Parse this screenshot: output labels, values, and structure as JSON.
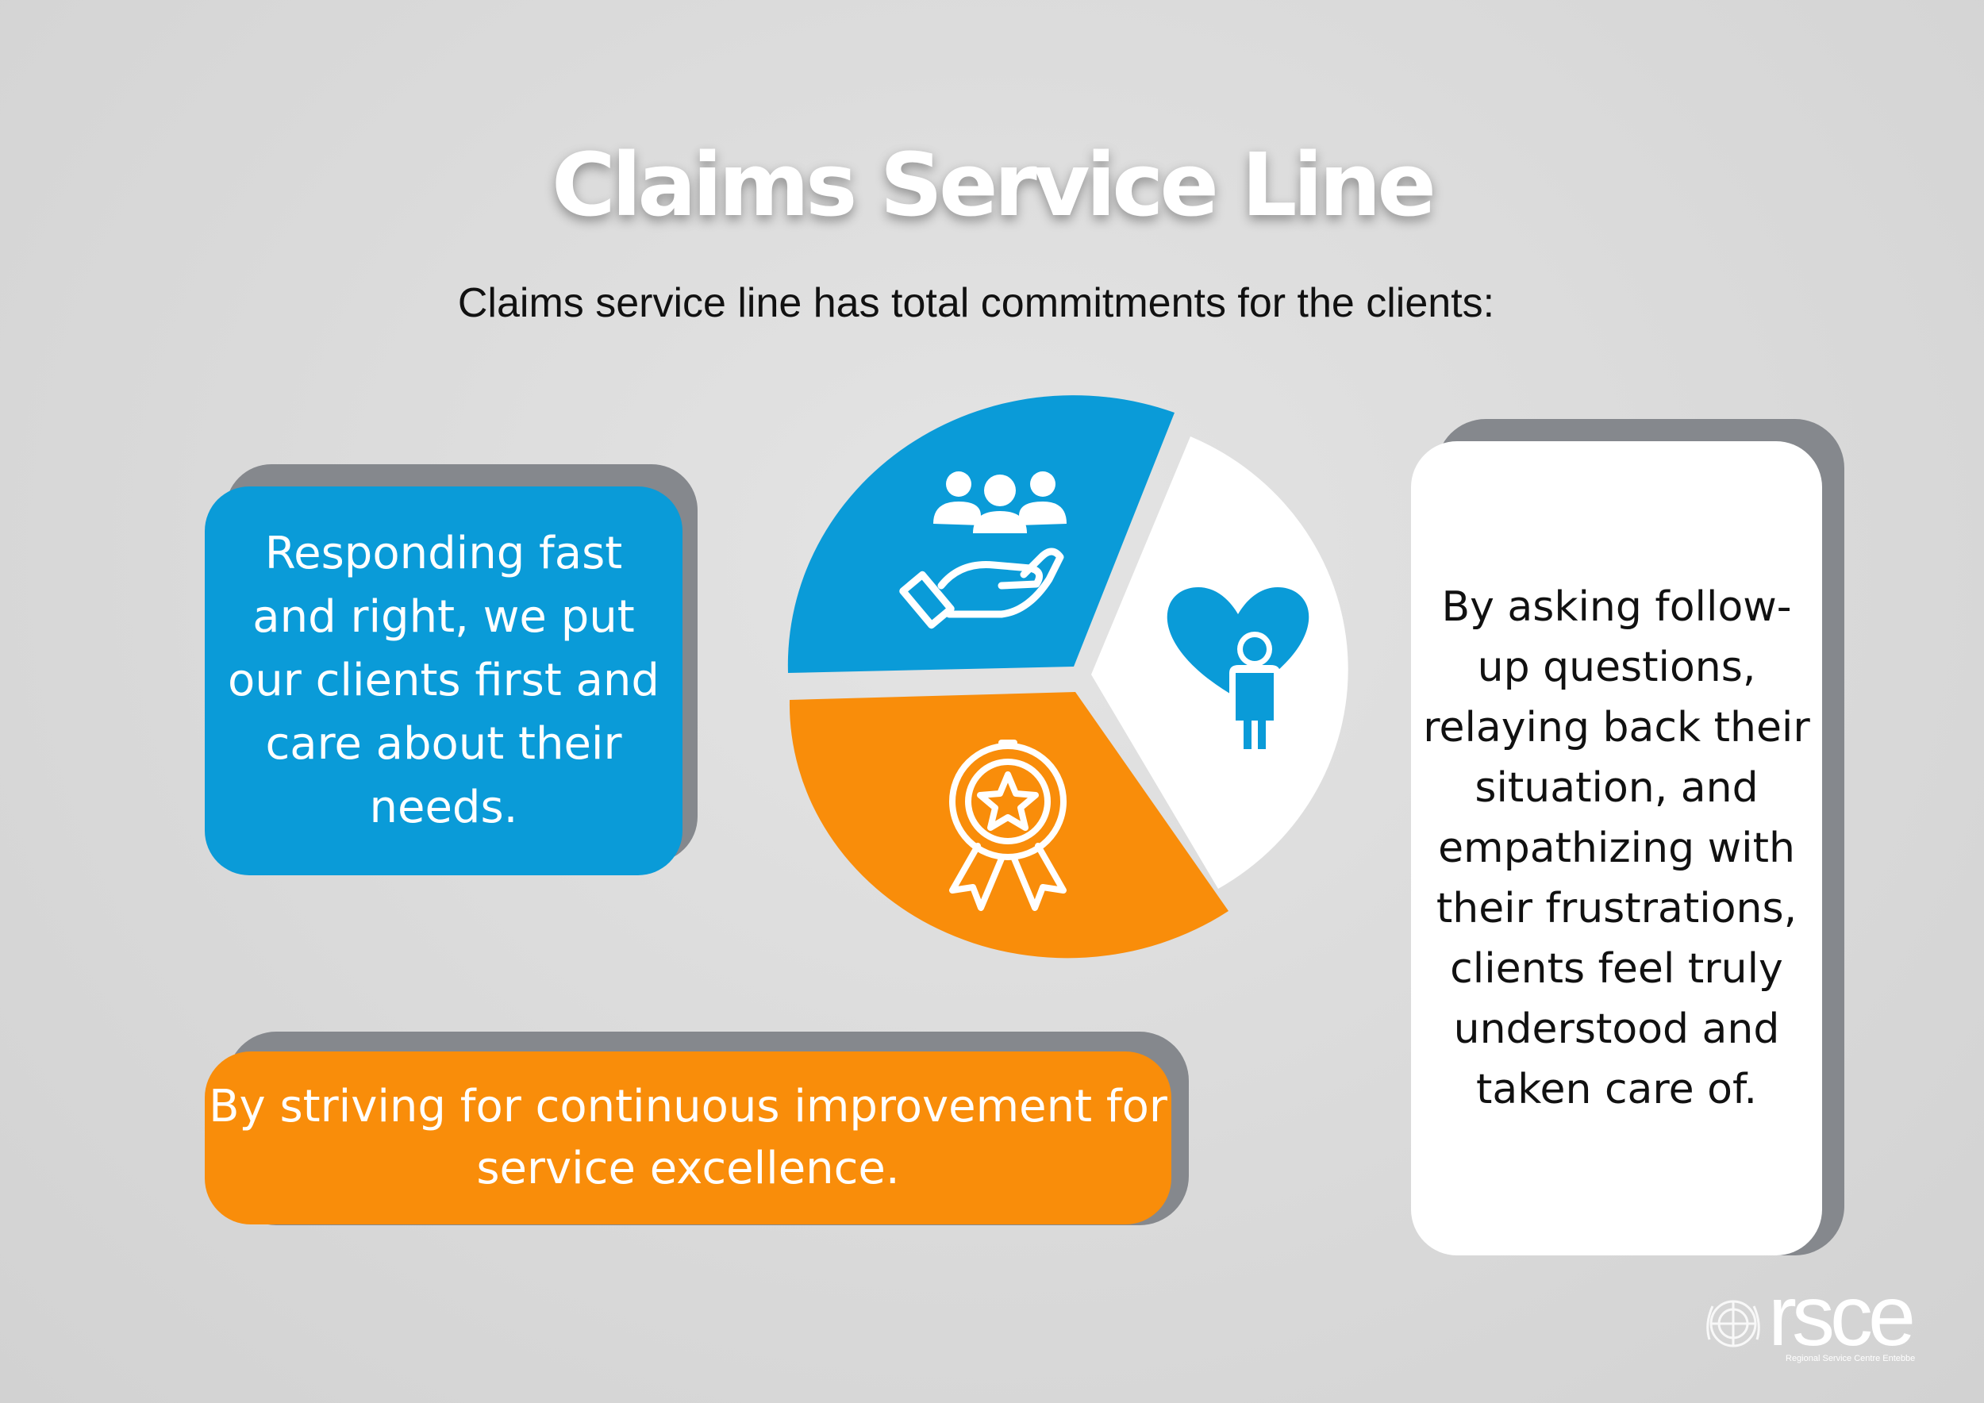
{
  "title": "Claims Service Line",
  "subtitle": "Claims service line has total commitments for the clients:",
  "cards": {
    "blue": "Responding fast and right, we put our clients first and care about their needs.",
    "orange": "By striving for continuous improvement for service excellence.",
    "white": "By asking follow-up questions, relaying back their situation, and empathizing with their frustrations, clients feel truly understood and taken care of."
  },
  "colors": {
    "blue": "#0a9bd8",
    "orange": "#f98d0a",
    "white": "#ffffff",
    "shadow": "#85888d"
  },
  "pie_segments": [
    {
      "color": "blue",
      "icon": "hand-people-icon"
    },
    {
      "color": "white",
      "icon": "heart-person-icon"
    },
    {
      "color": "orange",
      "icon": "award-badge-icon"
    }
  ],
  "logo": {
    "text": "rsce",
    "tagline": "Regional Service Centre Entebbe",
    "icon": "un-emblem-icon"
  }
}
